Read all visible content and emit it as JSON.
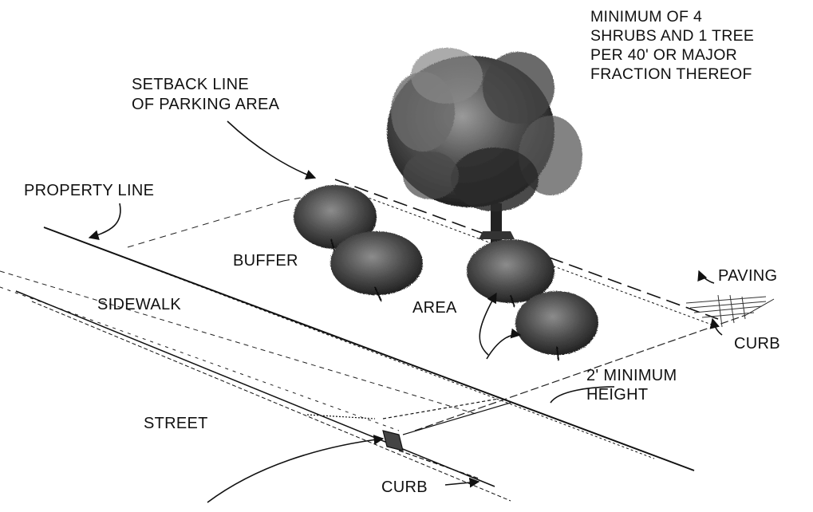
{
  "labels": {
    "note_line1": "MINIMUM OF 4",
    "note_line2": "SHRUBS AND 1 TREE",
    "note_line3": "PER 40' OR MAJOR",
    "note_line4": "FRACTION THEREOF",
    "setback_line1": "SETBACK LINE",
    "setback_line2": "OF PARKING AREA",
    "property_line": "PROPERTY LINE",
    "buffer": "BUFFER",
    "area": "AREA",
    "sidewalk": "SIDEWALK",
    "paving": "PAVING",
    "curb_right": "CURB",
    "min_height_line1": "2' MINIMUM",
    "min_height_line2": "HEIGHT",
    "street": "STREET",
    "curb_bottom": "CURB"
  },
  "icons": {
    "tree": "deciduous-tree-icon",
    "shrub": "shrub-icon"
  },
  "colors": {
    "ink": "#111111",
    "foliage_dark": "#2a2a2a",
    "foliage_mid": "#555555",
    "foliage_light": "#8a8a8a"
  }
}
